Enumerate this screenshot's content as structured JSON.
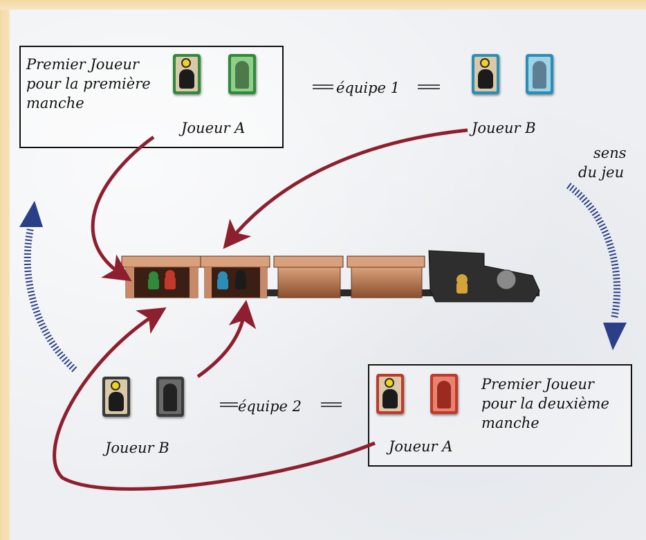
{
  "top_left_box": {
    "title_line1": "Premier Joueur",
    "title_line2": "pour la première",
    "title_line3": "manche",
    "player_label": "Joueur A"
  },
  "team1": {
    "label": "équipe 1"
  },
  "top_right": {
    "player_label": "Joueur B"
  },
  "direction": {
    "line1": "sens",
    "line2": "du jeu"
  },
  "team2": {
    "label": "équipe 2"
  },
  "bottom_left": {
    "player_label": "Joueur B"
  },
  "bottom_right_box": {
    "title_line1": "Premier Joueur",
    "title_line2": "pour la deuxième",
    "title_line3": "manche",
    "player_label": "Joueur A"
  },
  "colors": {
    "arrow": "#8e1f2e",
    "direction_arrow": "#2a3f86",
    "team1_a": "#2f8a3a",
    "team1_b": "#2a8fb8",
    "team2_b": "#3a3a3a",
    "team2_a": "#c0392b"
  },
  "icons": [
    "train-icon",
    "bandit-card-icon",
    "character-card-icon",
    "first-player-star-icon"
  ]
}
